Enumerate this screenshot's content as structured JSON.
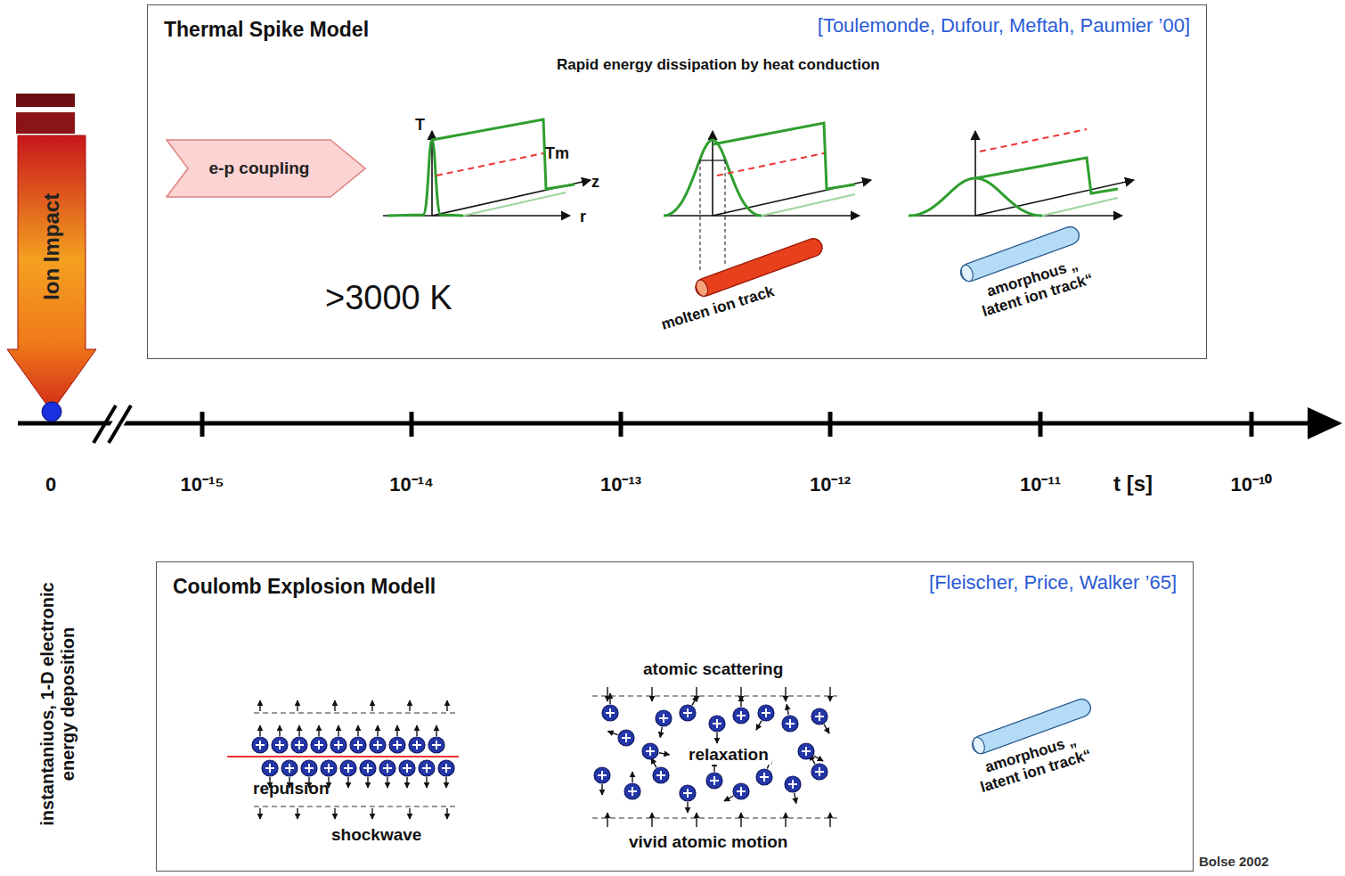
{
  "diagram": {
    "nodes": [
      {
        "text": [
          "Ion Impact"
        ]
      },
      {
        "text": [
          "Thermal Spike Model",
          "[Toulemonde, Dufour, Meftah, Paumier ’00]"
        ]
      },
      {
        "text": [
          "e-p coupling"
        ],
        "in": 1
      },
      {
        "text": [
          "Coulomb Explosion Modell",
          "[Fleischer, Price, Walker ’65]"
        ]
      }
    ],
    "labels": [
      "Rapid energy dissipation by heat conduction",
      "T",
      "Tm",
      "z",
      "r",
      ">3000 K",
      "molten ion track",
      "amorphous „ latent ion track“",
      "0",
      "10⁻¹⁵",
      "10⁻¹⁴",
      "10⁻¹³",
      "10⁻¹²",
      "10⁻¹¹",
      "t [s]",
      "10⁻¹⁰",
      "instantaniuos, 1-D electronic energy deposition",
      "repulsion",
      "shockwave",
      "atomic scattering",
      "relaxation",
      "vivid atomic motion",
      "amorphous „ latent ion track“",
      "Bolse 2002"
    ]
  }
}
